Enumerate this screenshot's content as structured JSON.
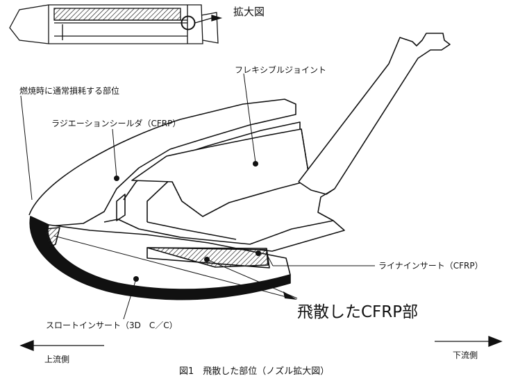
{
  "labels": {
    "magnified_view": "拡大図",
    "flexible_joint": "フレキシブルジョイント",
    "combustion_wear_area": "燃焼時に通常損耗する部位",
    "radiation_shield": "ラジエーションシールダ（CFRP）",
    "liner_insert": "ライナインサート（CFRP）",
    "scattered_cfrp": "飛散したCFRP部",
    "throat_insert": "スロートインサート（3D　C／C）",
    "upstream": "上流側",
    "downstream": "下流側"
  },
  "caption": "図1　飛散した部位（ノズル拡大図）"
}
